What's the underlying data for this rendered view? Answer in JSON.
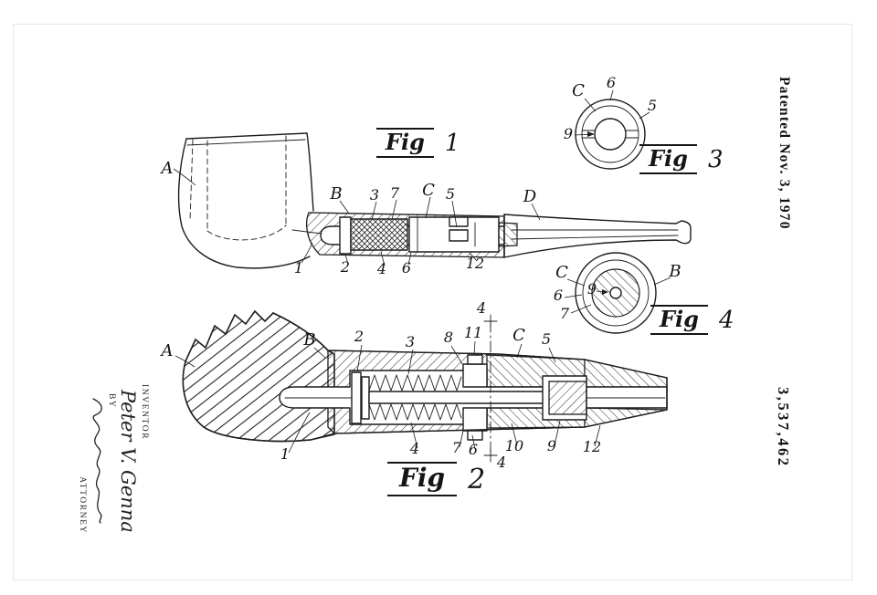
{
  "page": {
    "date_label": "Patented Nov. 3, 1970",
    "number_label": "3,537,462",
    "background_color": "#ffffff",
    "ink_color": "#1c1c1c"
  },
  "signature_block": {
    "inventor_caption": "INVENTOR",
    "inventor_name": "Peter V. Genna",
    "by_label": "BY",
    "attorney_caption": "ATTORNEY"
  },
  "fig1": {
    "label_word": "Fig",
    "label_num": "1",
    "callouts": [
      "A",
      "B",
      "3",
      "7",
      "C",
      "5",
      "D",
      "1",
      "2",
      "4",
      "6",
      "12"
    ]
  },
  "fig2": {
    "label_word": "Fig",
    "label_num": "2",
    "callouts": [
      "A",
      "B",
      "2",
      "3",
      "8",
      "11",
      "C",
      "5",
      "4",
      "1",
      "4",
      "7",
      "6",
      "10",
      "9",
      "12",
      "4"
    ]
  },
  "fig3": {
    "label_word": "Fig",
    "label_num": "3",
    "callouts": [
      "C",
      "6",
      "5",
      "9"
    ]
  },
  "fig4": {
    "label_word": "Fig",
    "label_num": "4",
    "callouts": [
      "C",
      "6",
      "7",
      "B",
      "9"
    ]
  }
}
